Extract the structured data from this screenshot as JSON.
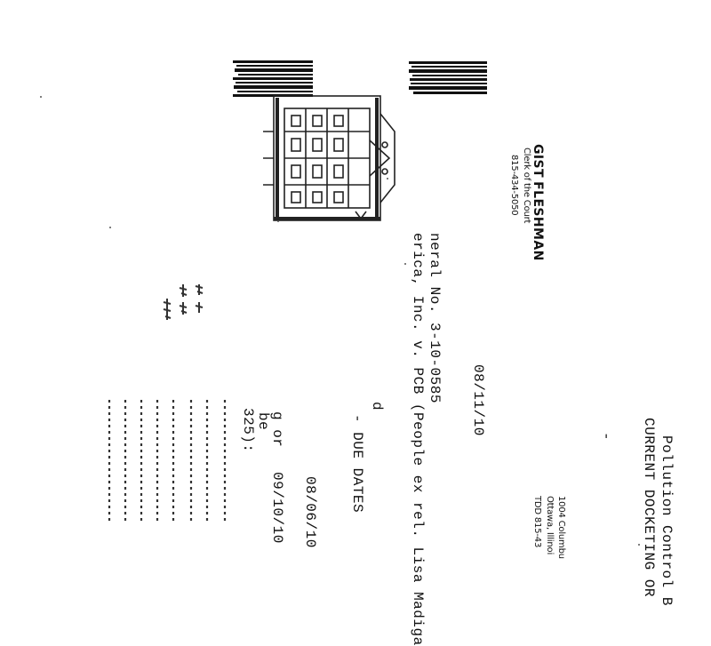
{
  "header": {
    "line1": "Pollution Control B",
    "line2": "CURRENT DOCKETING OR",
    "dash": "-"
  },
  "court_address": {
    "line1": "1004 Columbu",
    "line2": "Ottawa, Illinoi",
    "line3": "TDD 815-43"
  },
  "clerk": {
    "name_first": "GIST",
    "name_last": "FLESHMAN",
    "title": "Clerk of the Court",
    "phone": "815-434-5050"
  },
  "document": {
    "date_top": "08/11/10",
    "case_line1": "neral No. 3-10-0585",
    "case_line2": "erica, Inc. v. PCB (People ex rel. Lisa Madiga",
    "fragment_d": "d",
    "due_dates_heading": "- DUE DATES",
    "date_due1": "08/06/10",
    "fragment_g_or": "g or",
    "date_due2": "09/10/10",
    "fragment_be": "be",
    "fragment_325": "325):"
  }
}
